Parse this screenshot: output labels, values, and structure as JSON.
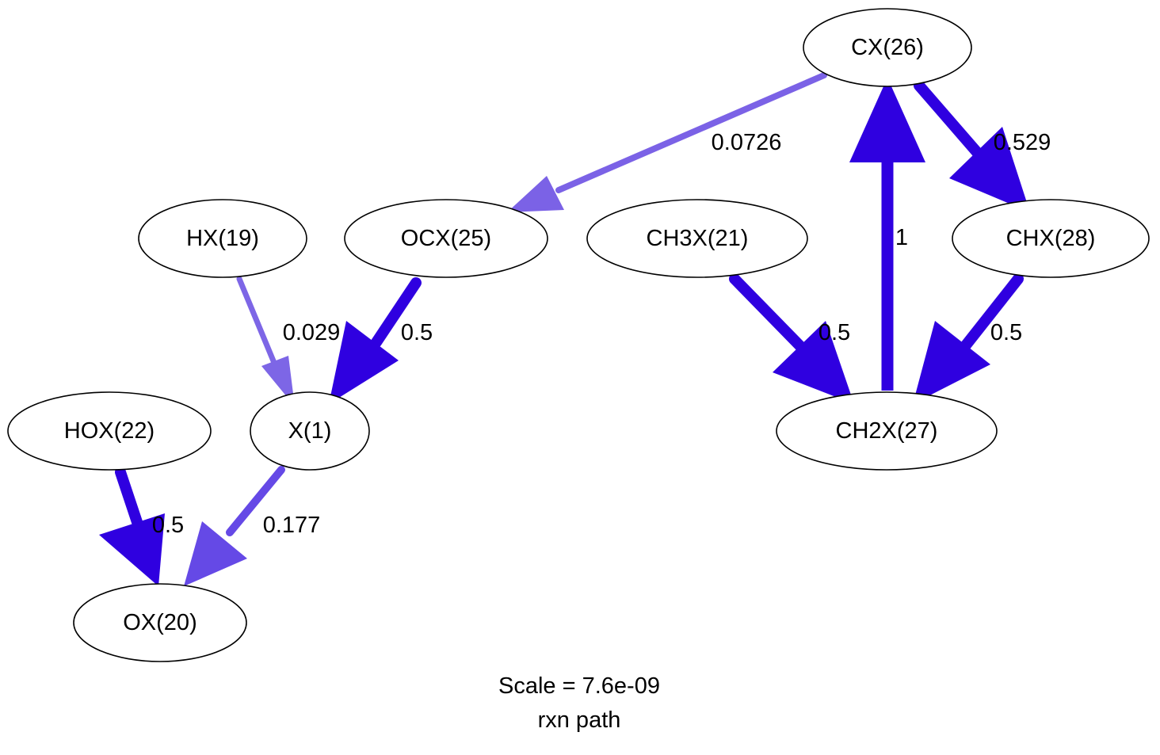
{
  "diagram": {
    "nodes": [
      {
        "id": "CX26",
        "label": "CX(26)"
      },
      {
        "id": "HX19",
        "label": "HX(19)"
      },
      {
        "id": "OCX25",
        "label": "OCX(25)"
      },
      {
        "id": "CH3X21",
        "label": "CH3X(21)"
      },
      {
        "id": "CHX28",
        "label": "CHX(28)"
      },
      {
        "id": "HOX22",
        "label": "HOX(22)"
      },
      {
        "id": "X1",
        "label": "X(1)"
      },
      {
        "id": "CH2X27",
        "label": "CH2X(27)"
      },
      {
        "id": "OX20",
        "label": "OX(20)"
      }
    ],
    "edges": [
      {
        "from": "CX26",
        "to": "OCX25",
        "label": "0.0726",
        "color": "#7b62e6"
      },
      {
        "from": "CX26",
        "to": "CHX28",
        "label": "0.529",
        "color": "#2f00e0"
      },
      {
        "from": "CH2X27",
        "to": "CX26",
        "label": "1",
        "color": "#2f00e0"
      },
      {
        "from": "HX19",
        "to": "X1",
        "label": "0.029",
        "color": "#7d66e6"
      },
      {
        "from": "OCX25",
        "to": "X1",
        "label": "0.5",
        "color": "#2f00e0"
      },
      {
        "from": "CH3X21",
        "to": "CH2X27",
        "label": "0.5",
        "color": "#2f00e0"
      },
      {
        "from": "CHX28",
        "to": "CH2X27",
        "label": "0.5",
        "color": "#2f00e0"
      },
      {
        "from": "HOX22",
        "to": "OX20",
        "label": "0.5",
        "color": "#2f00e0"
      },
      {
        "from": "X1",
        "to": "OX20",
        "label": "0.177",
        "color": "#6549e6"
      }
    ],
    "caption": {
      "scale": "Scale = 7.6e-09",
      "title": "rxn path"
    }
  }
}
